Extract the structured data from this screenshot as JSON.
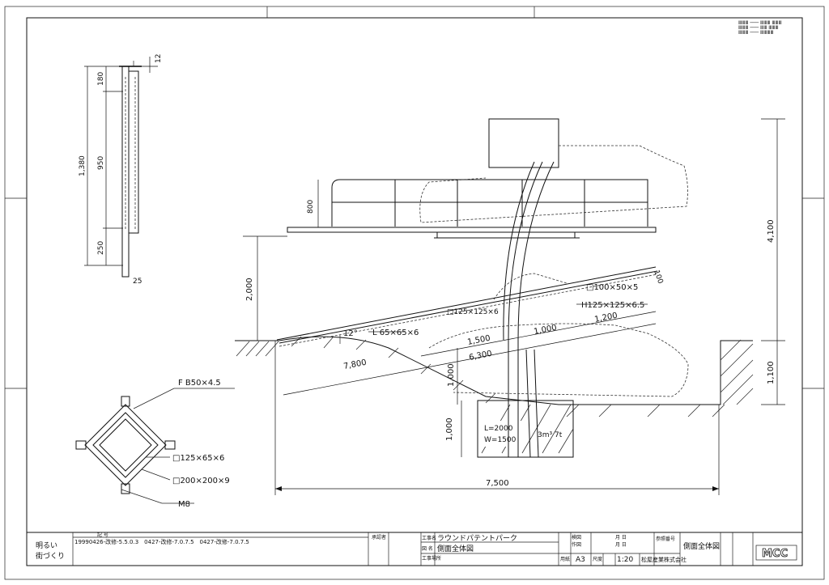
{
  "top_right_legend": {
    "lines": [
      "ⅢⅢⅢ ─── ⅢⅢⅢ ⅢⅢⅢ",
      "ⅢⅢⅢ ─── ⅢⅢ ⅢⅢⅢ",
      "ⅢⅢⅢ ─── ⅢⅢⅢⅢ"
    ]
  },
  "left_detail": {
    "dim_total": "1,380",
    "dim_top": "180",
    "dim_mid": "950",
    "dim_bottom": "250",
    "dim_plate_thk": "12",
    "dim_base": "25"
  },
  "main": {
    "dim_rail_height": "800",
    "dim_deck_height": "2,000",
    "dim_total_height": "4,100",
    "dim_pit_depth": "1,100",
    "dim_pit_depth2": "1,000",
    "dim_foundation": "1,000",
    "dim_ramp_angle": "12°",
    "dim_ramp_len": "7,800",
    "dim_6300": "6,300",
    "dim_1500": "1,500",
    "dim_1000": "1,000",
    "dim_1200": "1,200",
    "dim_100": "100",
    "dim_width": "7,500",
    "member_L": "L 65×65×6",
    "member_C": "□125×125×6",
    "member_H": "H125×125×6.5",
    "member_sq": "□100×50×5",
    "foundation_L": "L=2000",
    "foundation_W": "W=1500",
    "foundation_vol": "3m³ 7t"
  },
  "section_detail": {
    "label_fb": "F B50×4.5",
    "label_c": "□125×65×6",
    "label_sq": "□200×200×9",
    "label_m8": "M8"
  },
  "title_block": {
    "logo_text": "明るい\n街づくり",
    "revision_header": "記 号",
    "revision_text": "19990426-改修-5.5.0.3　0427-改修-7.0.7.5　0427-改修-7.0.7.5",
    "approval_label": "承認者",
    "project_label": "工事名",
    "project_name": "ラウンドパテントパーク",
    "drawing_label": "図 名",
    "drawing_name": "側面全体図",
    "dept_label": "工事\n場所",
    "check1": "検図",
    "check2": "作図",
    "date1": "月 日",
    "date2": "月 日",
    "size_label": "用紙",
    "size_value": "A3",
    "scale_label": "尺度",
    "scale_value": "1:20",
    "company": "松屋産業株式会社",
    "ref_label": "参照番号",
    "sheet_name": "側面全体図",
    "brand": "MCC"
  }
}
